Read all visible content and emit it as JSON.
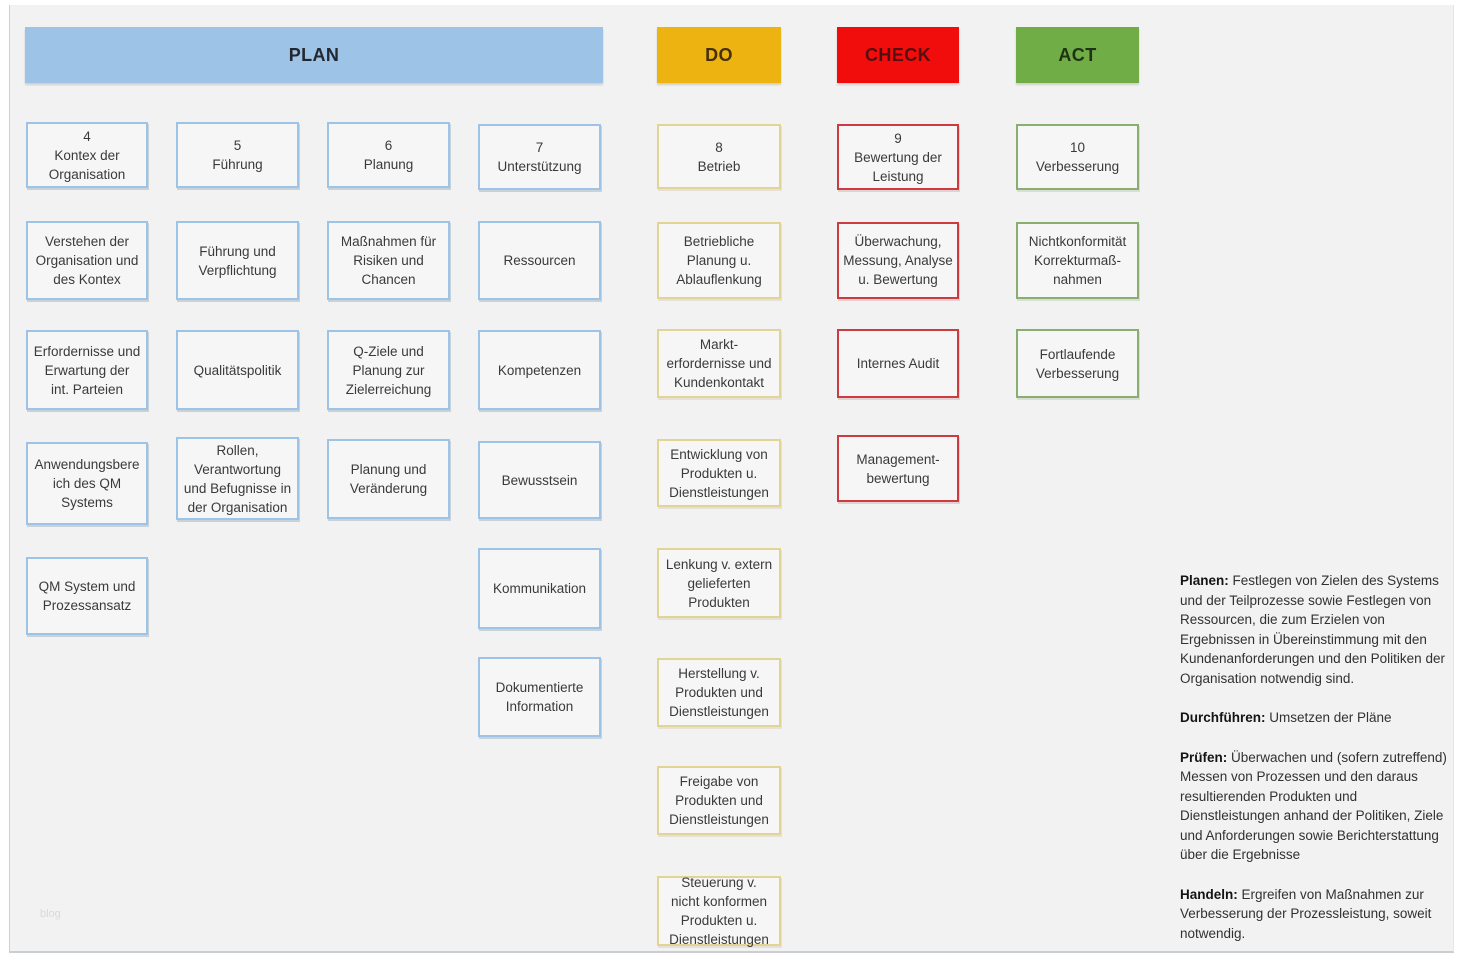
{
  "colors": {
    "page_bg": "#f2f2f2",
    "box_bg": "#f6f6f6",
    "plan_border": "#9dc3e6",
    "do_border": "#e2d494",
    "check_border": "#cb3b3f",
    "act_border": "#8aae6f"
  },
  "headers": {
    "plan": {
      "label": "PLAN",
      "bg": "#9dc3e6",
      "text_color": "#23272e"
    },
    "do": {
      "label": "DO",
      "bg": "#edb411",
      "text_color": "#44300a"
    },
    "check": {
      "label": "CHECK",
      "bg": "#f20d0d",
      "text_color": "#550e0e"
    },
    "act": {
      "label": "ACT",
      "bg": "#70ad47",
      "text_color": "#1f3313"
    }
  },
  "boxes": {
    "plan_col1": [
      {
        "num": "4",
        "title": "Kontex der\nOrganisation"
      },
      {
        "title": "Verstehen der\nOrganisation und\ndes Kontex"
      },
      {
        "title": "Erfordernisse und\nErwartung der\nint. Parteien"
      },
      {
        "title": "Anwendungsbere\nich des QM\nSystems"
      },
      {
        "title": "QM System und\nProzessansatz"
      }
    ],
    "plan_col2": [
      {
        "num": "5",
        "title": "Führung"
      },
      {
        "title": "Führung und\nVerpflichtung"
      },
      {
        "title": "Qualitätspolitik"
      },
      {
        "title": "Rollen,\nVerantwortung\nund Befugnisse in\nder Organisation"
      }
    ],
    "plan_col3": [
      {
        "num": "6",
        "title": "Planung"
      },
      {
        "title": "Maßnahmen für\nRisiken und\nChancen"
      },
      {
        "title": "Q-Ziele und\nPlanung zur\nZielerreichung"
      },
      {
        "title": "Planung und\nVeränderung"
      }
    ],
    "plan_col4": [
      {
        "num": "7",
        "title": "Unterstützung"
      },
      {
        "title": "Ressourcen"
      },
      {
        "title": "Kompetenzen"
      },
      {
        "title": "Bewusstsein"
      },
      {
        "title": "Kommunikation"
      },
      {
        "title": "Dokumentierte\nInformation"
      }
    ],
    "do_col": [
      {
        "num": "8",
        "title": "Betrieb"
      },
      {
        "title": "Betriebliche\nPlanung u.\nAblauflenkung"
      },
      {
        "title": "Markt-\nerfordernisse und\nKundenkontakt"
      },
      {
        "title": "Entwicklung von\nProdukten u.\nDienstleistungen"
      },
      {
        "title": "Lenkung v. extern\ngelieferten\nProdukten"
      },
      {
        "title": "Herstellung v.\nProdukten und\nDienstleistungen"
      },
      {
        "title": "Freigabe von\nProdukten und\nDienstleistungen"
      },
      {
        "title": "Steuerung v.\nnicht konformen\nProdukten u.\nDienstleistungen"
      }
    ],
    "check_col": [
      {
        "num": "9",
        "title": "Bewertung der\nLeistung"
      },
      {
        "title": "Überwachung,\nMessung, Analyse\nu. Bewertung"
      },
      {
        "title": "Internes Audit"
      },
      {
        "title": "Management-\nbewertung"
      }
    ],
    "act_col": [
      {
        "num": "10",
        "title": "Verbesserung"
      },
      {
        "title": "Nichtkonformität\nKorrekturmaß-\nnahmen"
      },
      {
        "title": "Fortlaufende\nVerbesserung"
      }
    ]
  },
  "legend": [
    {
      "term": "Planen:",
      "text": " Festlegen von Zielen des Systems und der Teilprozesse sowie Festlegen von Ressourcen, die zum Erzielen von Ergebnissen in Übereinstimmung mit den Kundenanforderungen und den Politiken der Organisation notwendig sind."
    },
    {
      "term": "Durchführen:",
      "text": " Umsetzen der Pläne"
    },
    {
      "term": "Prüfen:",
      "text": " Überwachen und (sofern zutreffend) Messen von Prozessen und den daraus resultierenden Produkten und Dienstleistungen anhand der Politiken, Ziele und Anforderungen sowie Berichterstattung über die Ergebnisse"
    },
    {
      "term": "Handeln:",
      "text": " Ergreifen von Maßnahmen zur Verbesserung der Prozessleistung, soweit notwendig."
    }
  ],
  "watermark": "blog"
}
